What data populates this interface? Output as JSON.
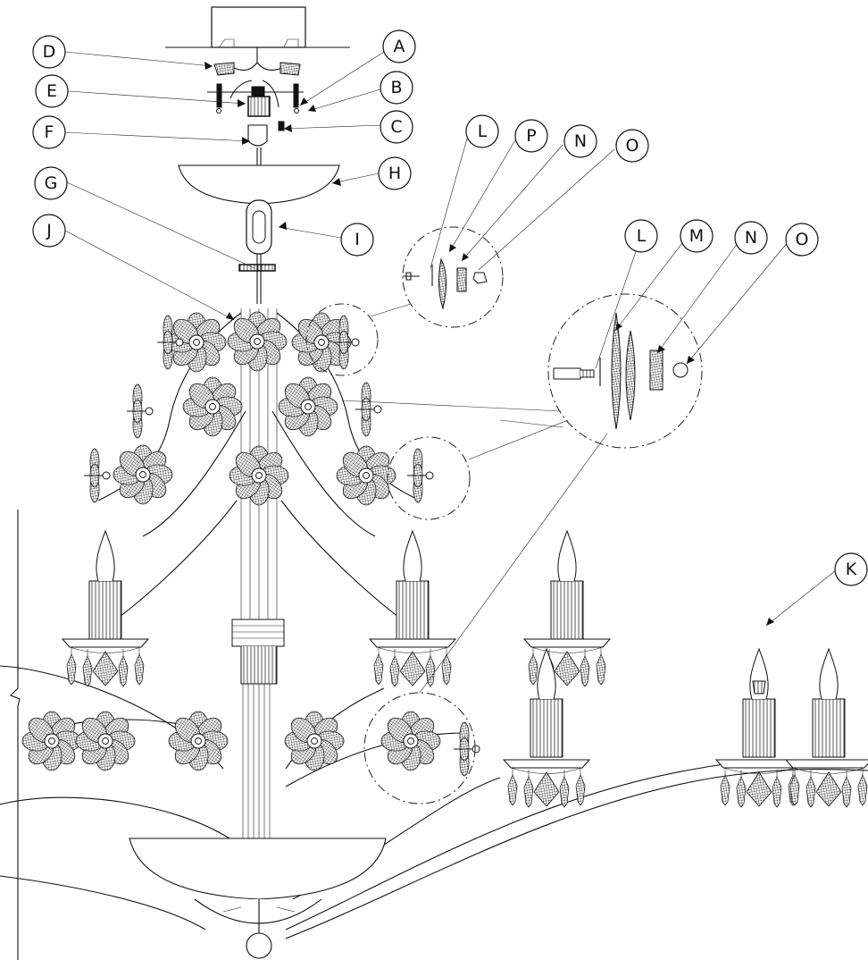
{
  "callouts": [
    {
      "id": "A",
      "label": "A"
    },
    {
      "id": "B",
      "label": "B"
    },
    {
      "id": "C",
      "label": "C"
    },
    {
      "id": "D",
      "label": "D"
    },
    {
      "id": "E",
      "label": "E"
    },
    {
      "id": "F",
      "label": "F"
    },
    {
      "id": "G",
      "label": "G"
    },
    {
      "id": "H",
      "label": "H"
    },
    {
      "id": "I",
      "label": "I"
    },
    {
      "id": "J",
      "label": "J"
    },
    {
      "id": "K",
      "label": "K"
    },
    {
      "id": "L1",
      "label": "L"
    },
    {
      "id": "P",
      "label": "P"
    },
    {
      "id": "N1",
      "label": "N"
    },
    {
      "id": "O1",
      "label": "O"
    },
    {
      "id": "L2",
      "label": "L"
    },
    {
      "id": "M",
      "label": "M"
    },
    {
      "id": "N2",
      "label": "N"
    },
    {
      "id": "O2",
      "label": "O"
    }
  ]
}
